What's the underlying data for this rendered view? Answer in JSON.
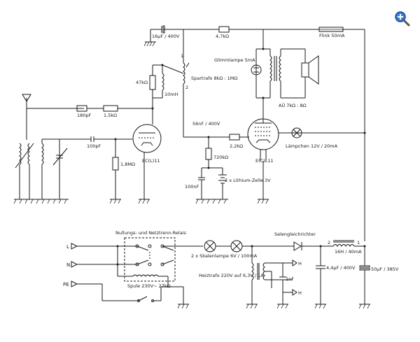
{
  "labels": {
    "c_16uf": "16µF / 400V",
    "r_47k_top": "4,7kΩ",
    "fuse": "Flink 50mA",
    "glimm": "Glimmlampe 5mA",
    "r_47k_left": "47kΩ",
    "spartrafo": "Spartrafo 8kΩ : 1MΩ",
    "l_10mh": "10mH",
    "au": "AÜ 7kΩ : 8Ω",
    "c_180pf": "180pF",
    "r_15k": "1,5kΩ",
    "c_56nf": "56nF / 400V",
    "c_100pf": "100pF",
    "tube1": "EC(L)11",
    "r_18m": "1,8MΩ",
    "r_22k": "2,2kΩ",
    "tube2": "E(C)L11",
    "lampchen": "Lämpchen 12V / 20mA",
    "r_720k": "720kΩ",
    "c_100nf": "100nF",
    "battery": "2 x Lithium-Zelle 3V",
    "relay_title": "Nullungs- und Netztrenn-Relais",
    "spule": "Spule 230V~ 27kΩ",
    "skalen": "2 x Skalenlampe 6V / 100mA",
    "selen": "Selengleichrichter",
    "heiztrafo": "Heiztrafo 220V auf 6,3V / 1A",
    "l_16h": "16H / 40mA",
    "c_44uf": "4,4µF / 400V",
    "c_50uf": "50µF / 385V",
    "c_1nf": "1nF",
    "term_L": "L",
    "term_N": "N",
    "term_PE": "PE",
    "h1": "H",
    "h2": "H",
    "pin1a": "1",
    "pin2a": "2",
    "pin2b": "2",
    "pin1b": "1"
  },
  "colors": {
    "wire": "#1a1a1a",
    "zoom_icon_fill": "#3a7bd5"
  },
  "icons": {
    "zoom": "zoom-in-icon"
  }
}
